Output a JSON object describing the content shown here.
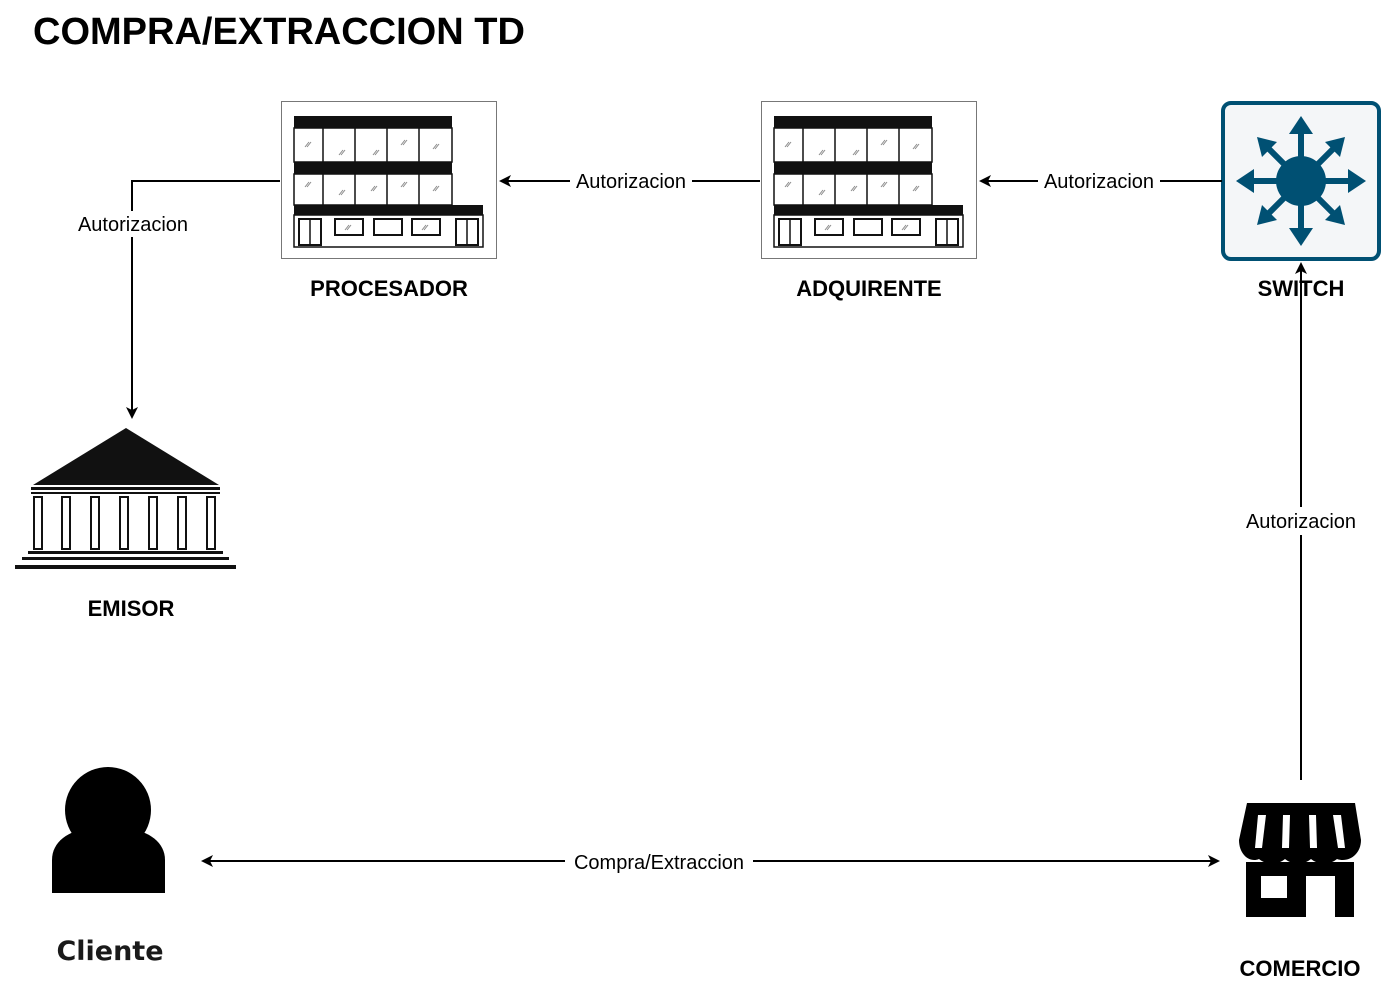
{
  "title": "COMPRA/EXTRACCION TD",
  "nodes": {
    "procesador": "PROCESADOR",
    "adquirente": "ADQUIRENTE",
    "switch": "SWITCH",
    "emisor": "EMISOR",
    "cliente": "Cliente",
    "comercio": "COMERCIO"
  },
  "edges": {
    "switch_to_adquirente": "Autorizacion",
    "adquirente_to_procesador": "Autorizacion",
    "procesador_to_emisor": "Autorizacion",
    "comercio_to_switch": "Autorizacion",
    "cliente_comercio": "Compra/Extraccion"
  },
  "colors": {
    "switch_fill": "#005073",
    "switch_bg": "#f4f6f8",
    "line": "#000000"
  },
  "icons": {
    "procesador": "office-building-icon",
    "adquirente": "office-building-icon",
    "switch": "network-switch-icon",
    "emisor": "bank-icon",
    "cliente": "user-icon",
    "comercio": "store-icon"
  }
}
